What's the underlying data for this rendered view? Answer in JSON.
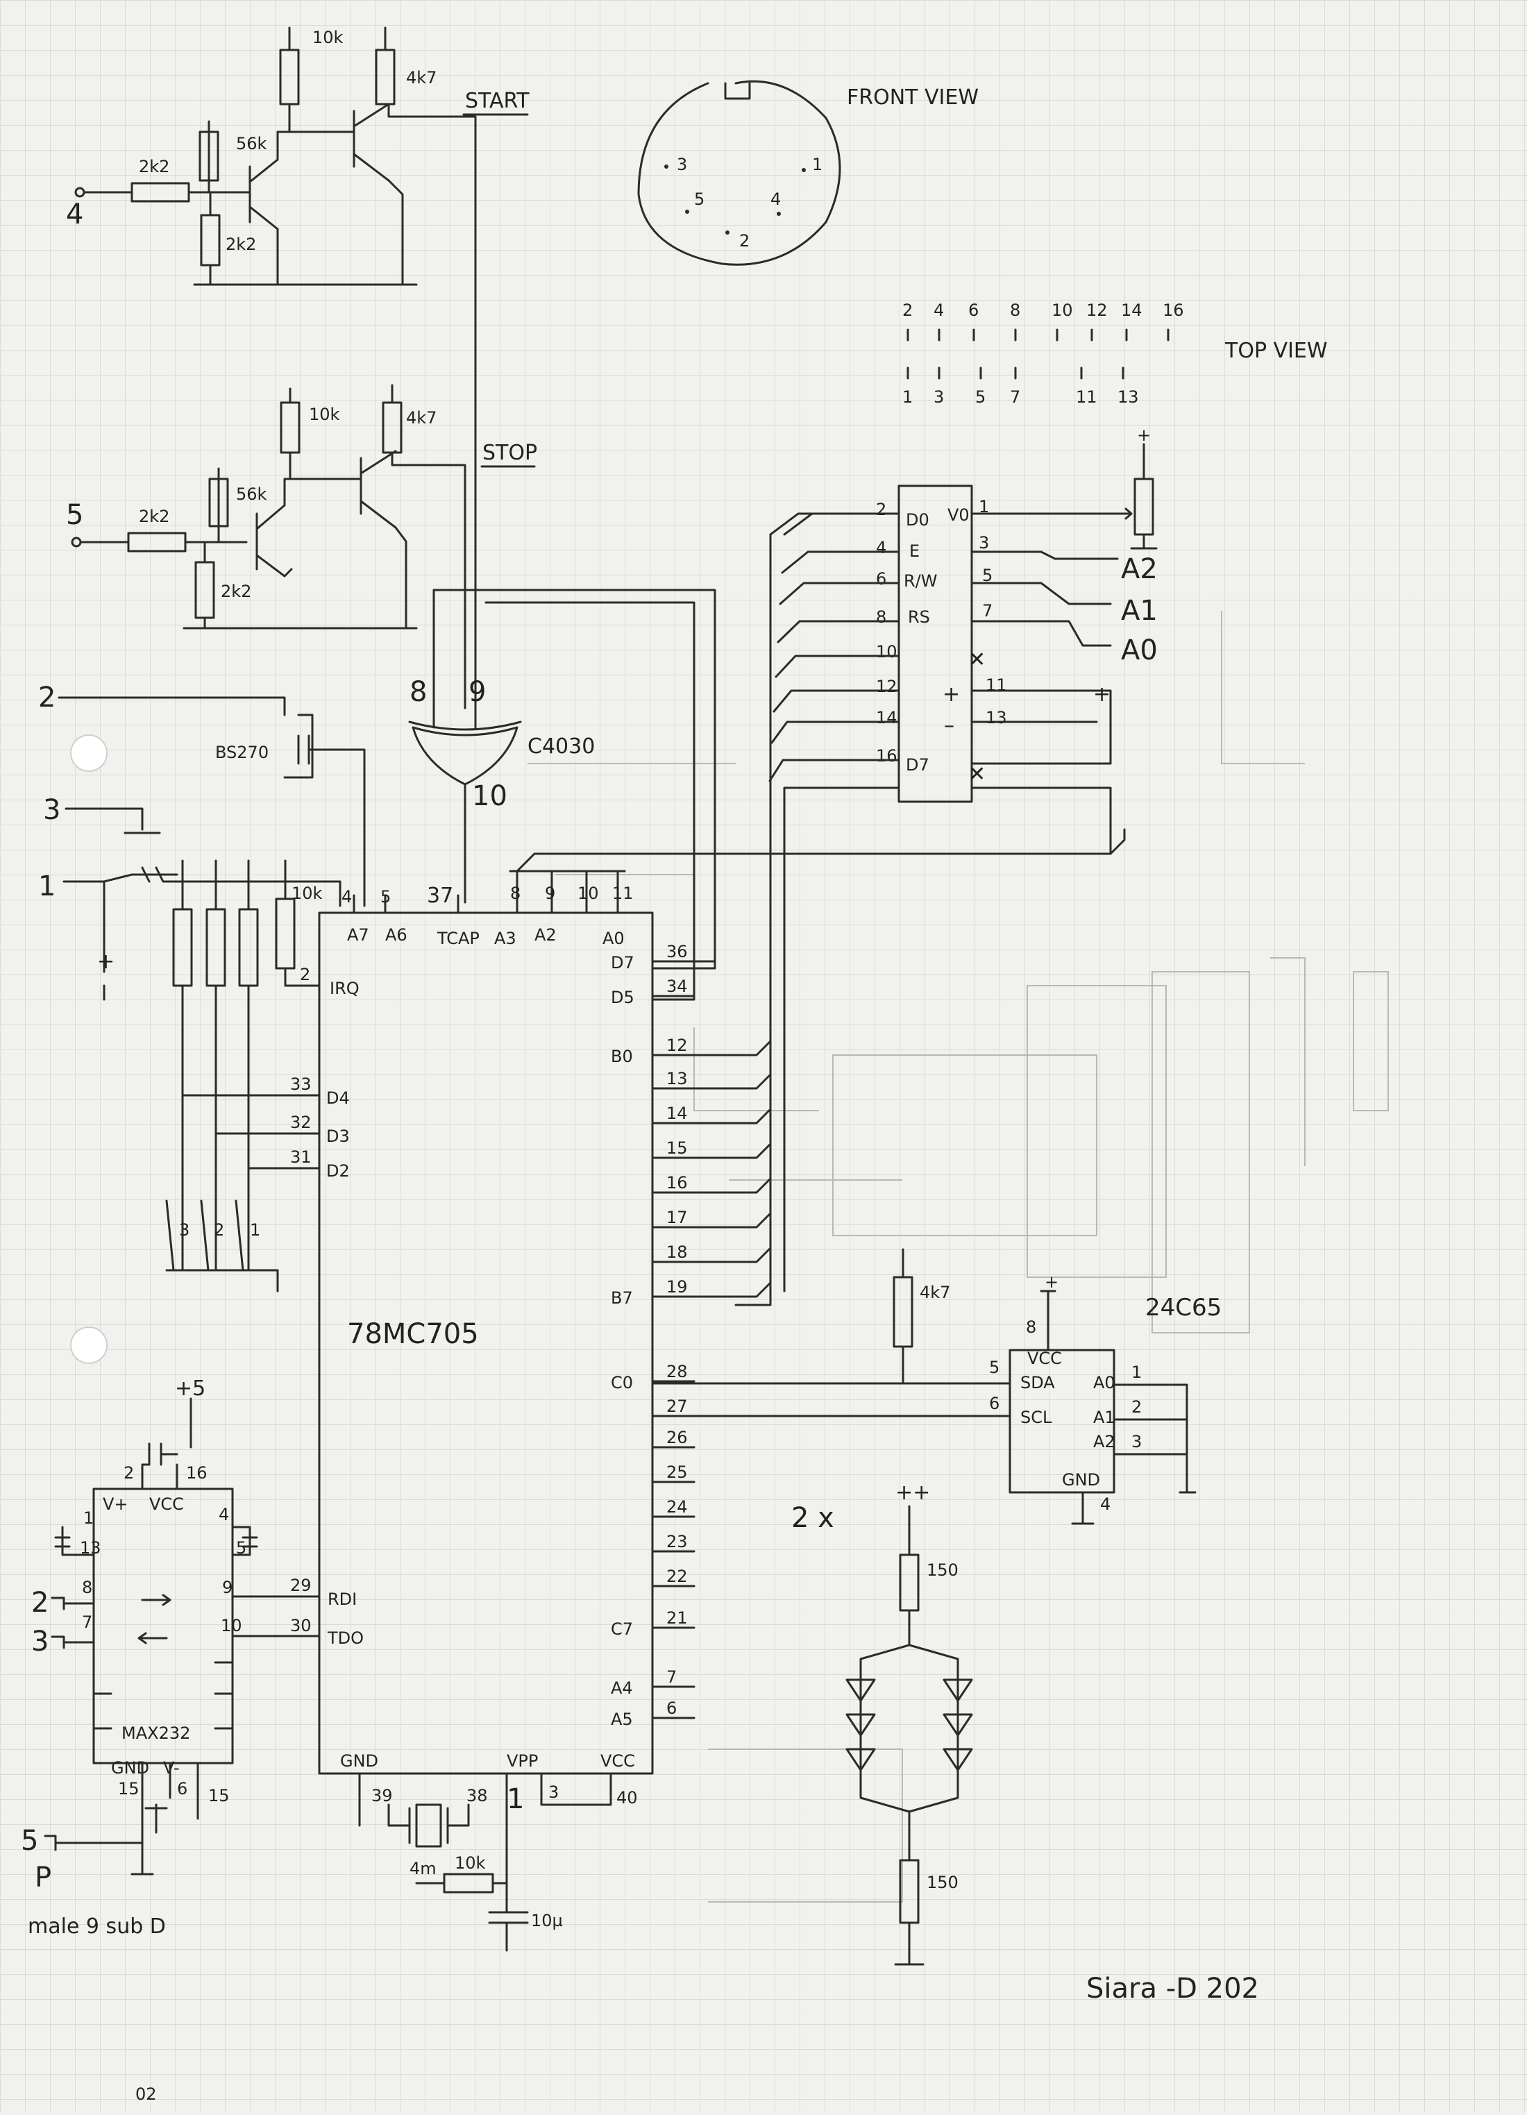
{
  "transistor_stage_start": {
    "input_pin": "4",
    "r_in": "2k2",
    "r_base": "56k",
    "r_pull": "2k2",
    "r_collector": "10k",
    "r_top": "4k7",
    "signal": "START"
  },
  "transistor_stage_stop": {
    "input_pin": "5",
    "r_in": "2k2",
    "r_base": "56k",
    "r_pull": "2k2",
    "r_collector": "10k",
    "r_top": "4k7",
    "signal": "STOP"
  },
  "connector_pins": [
    "2",
    "3",
    "1"
  ],
  "mosfet": "BS270",
  "xor_gate": {
    "part": "C4030",
    "in_a": "8",
    "in_b": "9",
    "out": "10"
  },
  "pushbuttons": [
    "3",
    "2",
    "1"
  ],
  "pullup": "10k",
  "mcu": {
    "part": "78MC705",
    "top_pins": [
      "4",
      "5",
      "37",
      "8",
      "9",
      "10",
      "11"
    ],
    "top_labels": [
      "A7",
      "A6",
      "TCAP",
      "A3",
      "A2",
      "A0"
    ],
    "left_pins": [
      {
        "pin": "2",
        "name": "IRQ"
      },
      {
        "pin": "33",
        "name": "D4"
      },
      {
        "pin": "32",
        "name": "D3"
      },
      {
        "pin": "31",
        "name": "D2"
      },
      {
        "pin": "29",
        "name": "RDI"
      },
      {
        "pin": "30",
        "name": "TDO"
      }
    ],
    "right_pins": [
      {
        "pin": "36",
        "name": "D7"
      },
      {
        "pin": "34",
        "name": "D5"
      },
      {
        "pin": "12",
        "name": "B0"
      },
      {
        "pin": "13",
        "name": ""
      },
      {
        "pin": "14",
        "name": ""
      },
      {
        "pin": "15",
        "name": ""
      },
      {
        "pin": "16",
        "name": ""
      },
      {
        "pin": "17",
        "name": ""
      },
      {
        "pin": "18",
        "name": ""
      },
      {
        "pin": "19",
        "name": "B7"
      },
      {
        "pin": "28",
        "name": "C0"
      },
      {
        "pin": "27",
        "name": ""
      },
      {
        "pin": "26",
        "name": ""
      },
      {
        "pin": "25",
        "name": ""
      },
      {
        "pin": "24",
        "name": ""
      },
      {
        "pin": "23",
        "name": ""
      },
      {
        "pin": "22",
        "name": ""
      },
      {
        "pin": "21",
        "name": "C7"
      },
      {
        "pin": "7",
        "name": "A4"
      },
      {
        "pin": "6",
        "name": "A5"
      }
    ],
    "bottom_labels": [
      "GND",
      "VPP",
      "VCC"
    ],
    "bottom_pins": [
      "39",
      "38",
      "1",
      "3",
      "40"
    ],
    "crystal": "4m",
    "r_vpp": "10k",
    "c_vpp": "10µ"
  },
  "display_connector": {
    "left_pins": [
      "2",
      "4",
      "6",
      "8",
      "10",
      "12",
      "14",
      "16"
    ],
    "left_labels": [
      "D0",
      "E",
      "R/W",
      "RS",
      "",
      "",
      "",
      "D7"
    ],
    "right_pins": [
      "1",
      "3",
      "5",
      "7",
      "11",
      "13"
    ],
    "right_labels": [
      "V0",
      "A2",
      "A1",
      "A0"
    ],
    "front_view": "FRONT VIEW",
    "front_pins": [
      "3",
      "1",
      "5",
      "4",
      "2"
    ],
    "top_view": "TOP VIEW",
    "top_row": [
      "2",
      "4",
      "6",
      "8",
      "10",
      "12",
      "14",
      "16"
    ],
    "bottom_row": [
      "1",
      "3",
      "5",
      "7",
      "11",
      "13"
    ]
  },
  "eeprom": {
    "part": "24C65",
    "pins": {
      "vcc": "8",
      "sda": "5",
      "scl": "6",
      "a0": "1",
      "a1": "2",
      "a2": "3",
      "gnd": "4"
    },
    "labels": [
      "VCC",
      "SDA",
      "SCL",
      "A0",
      "A1",
      "A2",
      "GND"
    ],
    "pullup": "4k7"
  },
  "max232": {
    "part": "MAX232",
    "top_pins": [
      "2",
      "16"
    ],
    "top_labels": [
      "V+",
      "VCC"
    ],
    "left_pins": [
      "1",
      "13",
      "8",
      "7"
    ],
    "right_pins": [
      "4",
      "5",
      "9",
      "10"
    ],
    "bottom_pins": [
      "15",
      "6",
      "15"
    ],
    "bottom_labels": [
      "GND",
      "V-"
    ],
    "supply": "+5",
    "in_pins": [
      "2",
      "3"
    ],
    "ground_pin": "5",
    "connector": "male 9 sub D"
  },
  "led_array": {
    "multiplier": "2 x",
    "r_top": "150",
    "r_bottom": "150"
  },
  "signature": "Siara -D 202",
  "page_mark": "02"
}
